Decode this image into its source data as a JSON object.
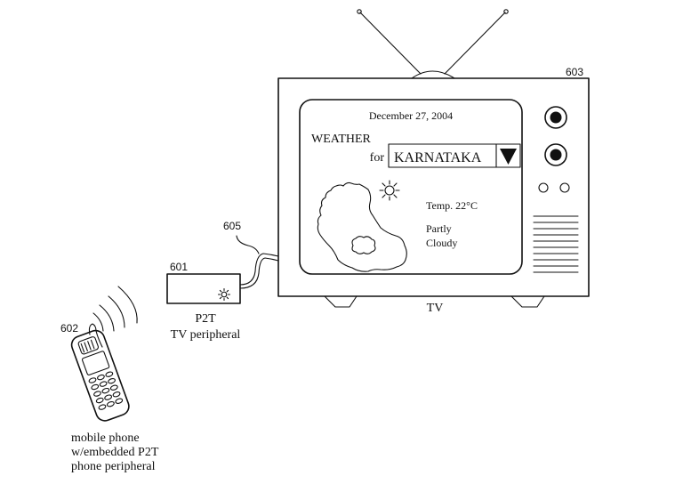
{
  "figure": {
    "ref_labels": {
      "tv": "603",
      "tv_peripheral": "601",
      "phone": "602",
      "cable": "605"
    },
    "tv": {
      "caption": "TV",
      "screen": {
        "date": "December 27, 2004",
        "title": "WEATHER",
        "for_label": "for",
        "region_select": {
          "selected": "KARNATAKA",
          "arrow_icon": "triangle-down-icon"
        },
        "weather_icon": "sun-icon",
        "map_icon": "region-map-outline",
        "cloud_icon": "cloud-icon",
        "temperature": "Temp. 22°C",
        "condition_line1": "Partly",
        "condition_line2": "Cloudy"
      },
      "controls": {
        "knobs": [
          "knob-1",
          "knob-2"
        ],
        "buttons": [
          "button-1",
          "button-2"
        ],
        "speaker_lines": 10
      }
    },
    "tv_peripheral": {
      "line1": "P2T",
      "line2": "TV peripheral",
      "indicator_icon": "light-indicator-icon"
    },
    "phone": {
      "line1": "mobile phone",
      "line2": "w/embedded P2T",
      "line3": "phone peripheral",
      "signal_icon": "wireless-signal-icon"
    }
  }
}
